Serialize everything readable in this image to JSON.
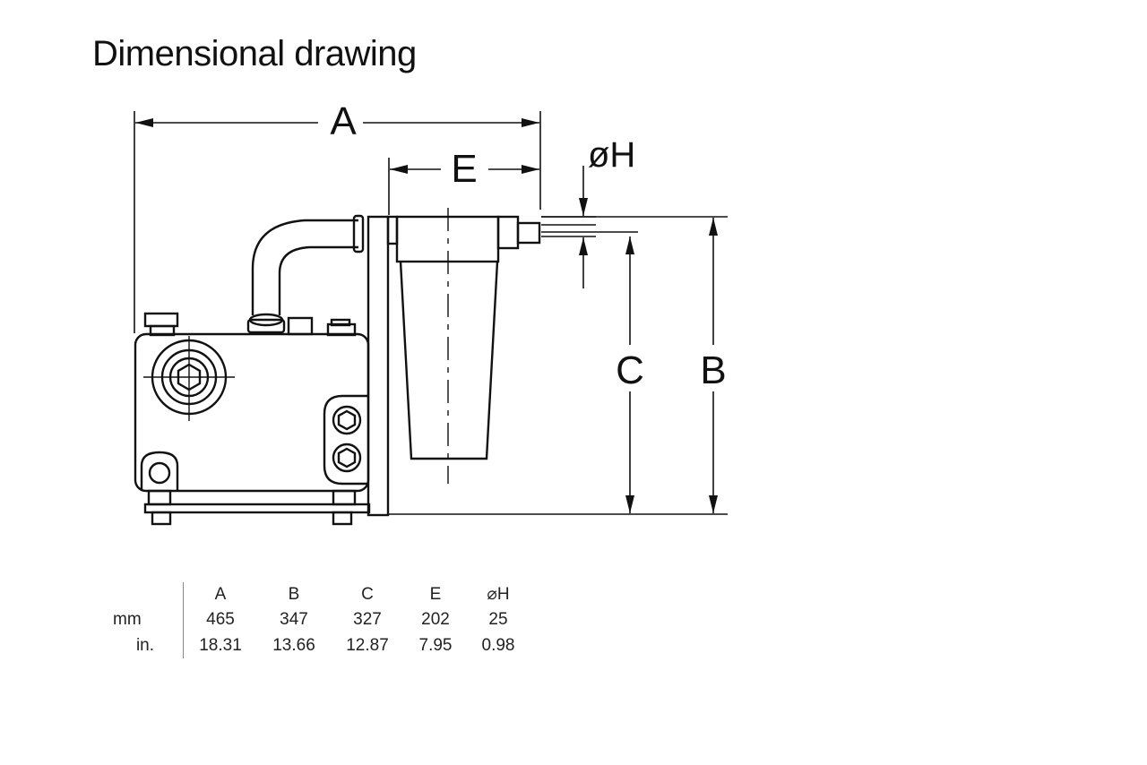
{
  "title": "Dimensional drawing",
  "dimension_labels": {
    "A": "A",
    "B": "B",
    "C": "C",
    "E": "E",
    "H": "øH"
  },
  "table": {
    "headers": [
      "A",
      "B",
      "C",
      "E",
      "⌀H"
    ],
    "rows": [
      {
        "unit": "mm",
        "values": [
          "465",
          "347",
          "327",
          "202",
          "25"
        ]
      },
      {
        "unit": "in.",
        "values": [
          "18.31",
          "13.66",
          "12.87",
          "7.95",
          "0.98"
        ]
      }
    ]
  },
  "colors": {
    "ink": "#111111",
    "background": "#ffffff"
  }
}
